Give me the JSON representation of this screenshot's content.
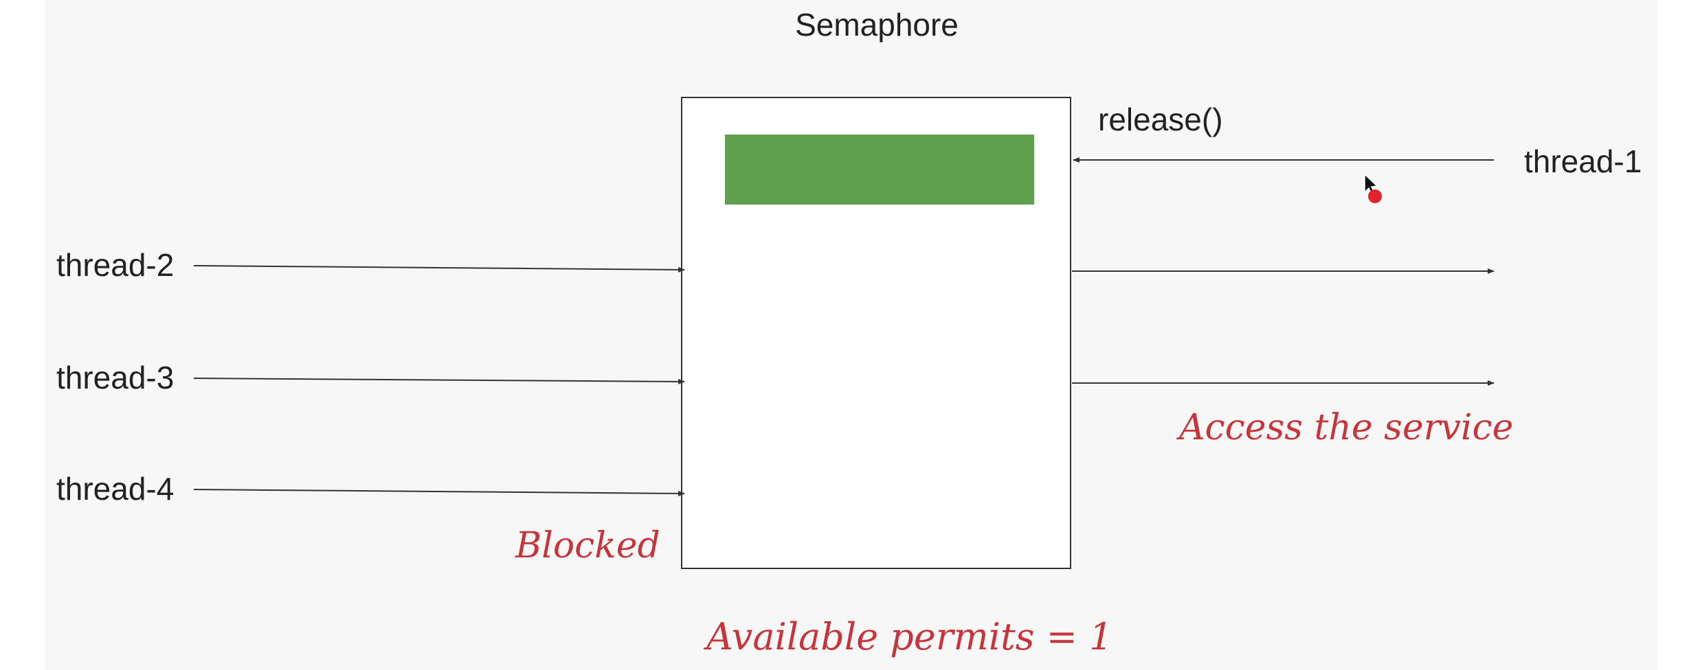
{
  "title": "Semaphore",
  "release_label": "release()",
  "threads": {
    "t1": "thread-1",
    "t2": "thread-2",
    "t3": "thread-3",
    "t4": "thread-4"
  },
  "annotations": {
    "access": "Access the service",
    "blocked": "Blocked",
    "permits": "Available permits = 1"
  },
  "colors": {
    "permit": "#5fa04e",
    "annotation": "#c7353b"
  }
}
